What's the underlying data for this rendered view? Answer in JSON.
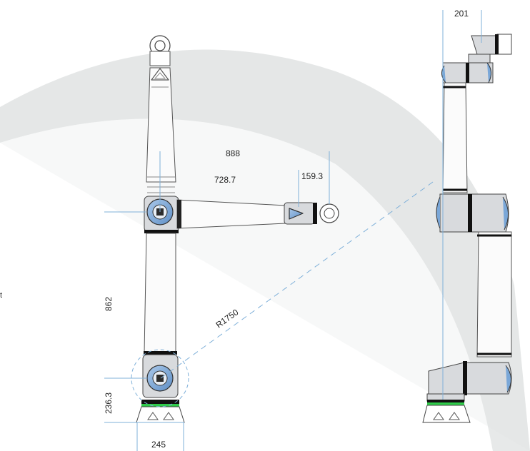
{
  "dimensions": {
    "arm_reach": "888",
    "upper_arm": "728.7",
    "wrist": "159.3",
    "shoulder_height": "862",
    "base_height": "236.3",
    "base_width": "245",
    "radius": "R1750",
    "side_offset": "201"
  },
  "side_text": "t",
  "colors": {
    "background_arc": "#e4e6e6",
    "joint_blue": "#7aa7d8",
    "joint_gray": "#cfd2d6",
    "dim_line": "#7fb0d9",
    "accent_green": "#2fcc4a",
    "outline": "#222222"
  }
}
